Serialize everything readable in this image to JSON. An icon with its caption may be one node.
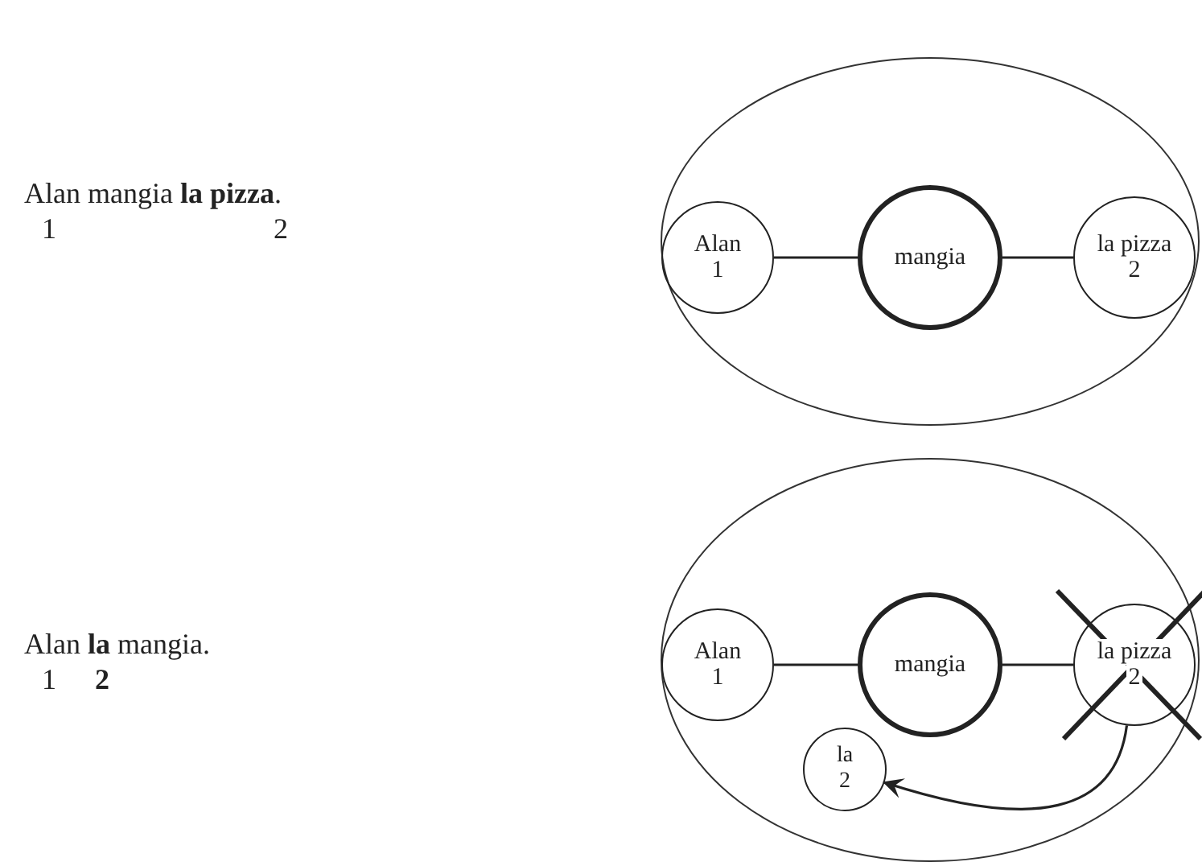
{
  "diagram": {
    "nodes": [
      {
        "text": [],
        "shape": "ellipse"
      },
      {
        "text": [
          "Alan",
          "1"
        ],
        "in": 0
      },
      {
        "text": [
          "mangia"
        ],
        "in": 0
      },
      {
        "text": [
          "la pizza",
          "2"
        ],
        "in": 0
      },
      {
        "text": [],
        "shape": "ellipse"
      },
      {
        "text": [
          "Alan",
          "1"
        ],
        "in": 4
      },
      {
        "text": [
          "mangia"
        ],
        "in": 4
      },
      {
        "text": [
          "la pizza",
          "2"
        ],
        "in": 4
      },
      {
        "text": [
          "la",
          "2"
        ],
        "in": 4
      }
    ],
    "edges": [
      {
        "from": 1,
        "to": 2,
        "arrow": "none"
      },
      {
        "from": 2,
        "to": 3,
        "arrow": "none"
      },
      {
        "from": 5,
        "to": 6,
        "arrow": "none"
      },
      {
        "from": 6,
        "to": 7,
        "arrow": "none"
      },
      {
        "from": 7,
        "to": 8,
        "arrow": "to"
      }
    ],
    "labels": [
      "Alan mangia **la pizza**.",
      "1",
      "2",
      "Alan **la** mangia.",
      "1",
      "2"
    ]
  }
}
